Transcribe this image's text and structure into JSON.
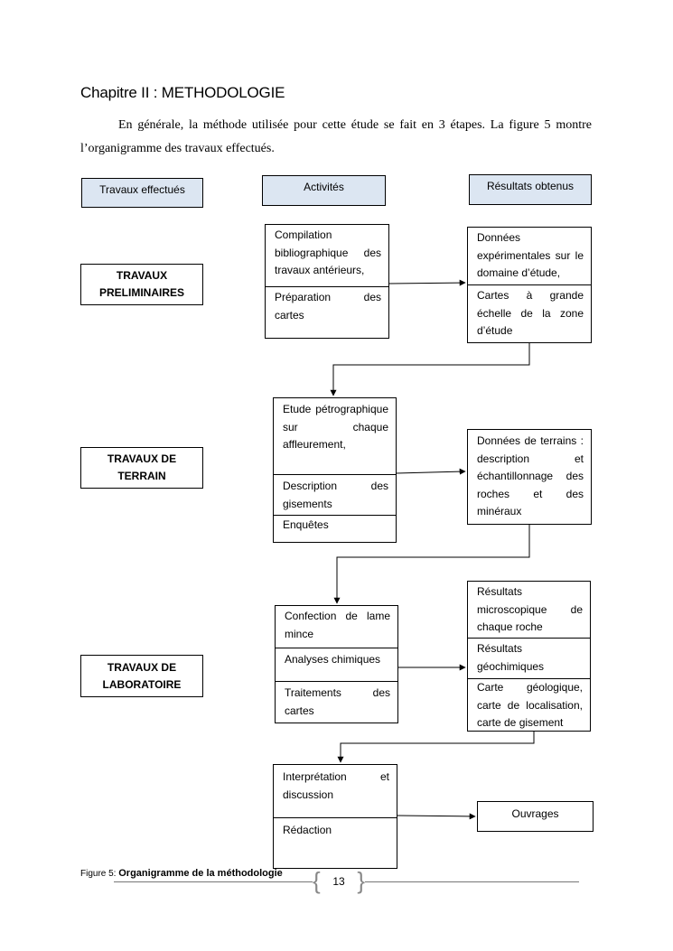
{
  "chapter_title": "Chapitre II : METHODOLOGIE",
  "intro": "En générale, la méthode utilisée pour cette étude se fait en 3 étapes. La figure 5 montre l’organigramme des travaux effectués.",
  "headers": {
    "col1": "Travaux effectués",
    "col2": "Activités",
    "col3": "Résultats obtenus"
  },
  "phases": {
    "prelim": "TRAVAUX PRELIMINAIRES",
    "terrain": "TRAVAUX DE TERRAIN",
    "labo": "TRAVAUX DE LABORATOIRE"
  },
  "activities": {
    "prelim": [
      "Compilation bibliographique des travaux antérieurs,",
      "Préparation des cartes"
    ],
    "terrain": [
      "Etude pétrographique sur chaque affleurement,",
      "Description des gisements",
      "Enquêtes"
    ],
    "labo": [
      "Confection de lame mince",
      "Analyses chimiques",
      "Traitements des cartes"
    ],
    "final": [
      "Interprétation et discussion",
      "Rédaction"
    ]
  },
  "results": {
    "prelim": [
      "Données expérimentales sur le domaine d’étude,",
      "Cartes à grande échelle de la zone d’étude"
    ],
    "terrain": [
      "Données de terrains : description et échantillonnage des roches et des minéraux"
    ],
    "labo": [
      "Résultats microscopique de chaque roche",
      "Résultats géochimiques",
      "Carte géologique, carte de localisation, carte de gisement"
    ],
    "final": "Ouvrages"
  },
  "caption": {
    "prefix": "Figure 5:",
    "text": "Organigramme de la méthodologie"
  },
  "page_number": "13"
}
